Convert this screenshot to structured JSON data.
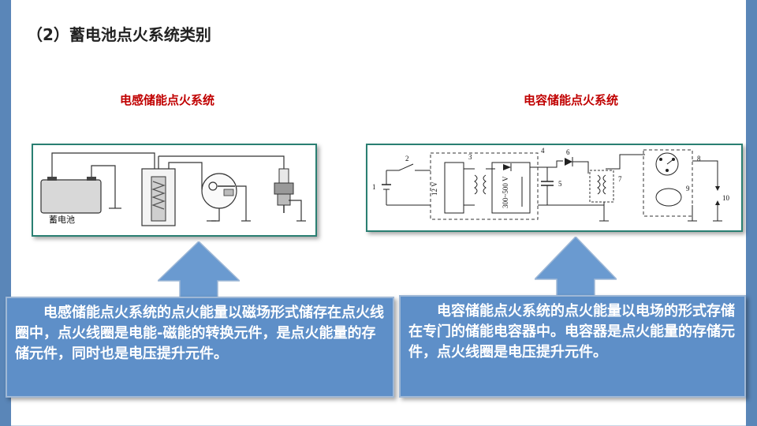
{
  "slide": {
    "title": "（2）蓄电池点火系统类别"
  },
  "left": {
    "subtitle": "电感储能点火系统",
    "diagram_label": "蓄电池",
    "description": "电感储能点火系统的点火能量以磁场形式储存在点火线圈中，点火线圈是电能-磁能的转换元件，是点火能量的存储元件，同时也是电压提升元件。"
  },
  "right": {
    "subtitle": "电容储能点火系统",
    "diagram_labels": {
      "n1": "1",
      "n2": "2",
      "n3": "3",
      "n4": "4",
      "n5": "5",
      "n6": "6",
      "n7": "7",
      "n8": "8",
      "n9": "9",
      "n10": "10",
      "v12": "12 V",
      "vrange": "300~500 V"
    },
    "description": "电容储能点火系统的点火能量以电场的形式存储在专门的储能电容器中。电容器是点火能量的存储元件，点火线圈是电压提升元件。"
  },
  "colors": {
    "accent_bar": "#5a86b8",
    "subtitle_red": "#c00000",
    "frame_teal": "#2a7f72",
    "box_blue": "#5e8fc8",
    "arrow_blue": "#6a9ad0"
  }
}
